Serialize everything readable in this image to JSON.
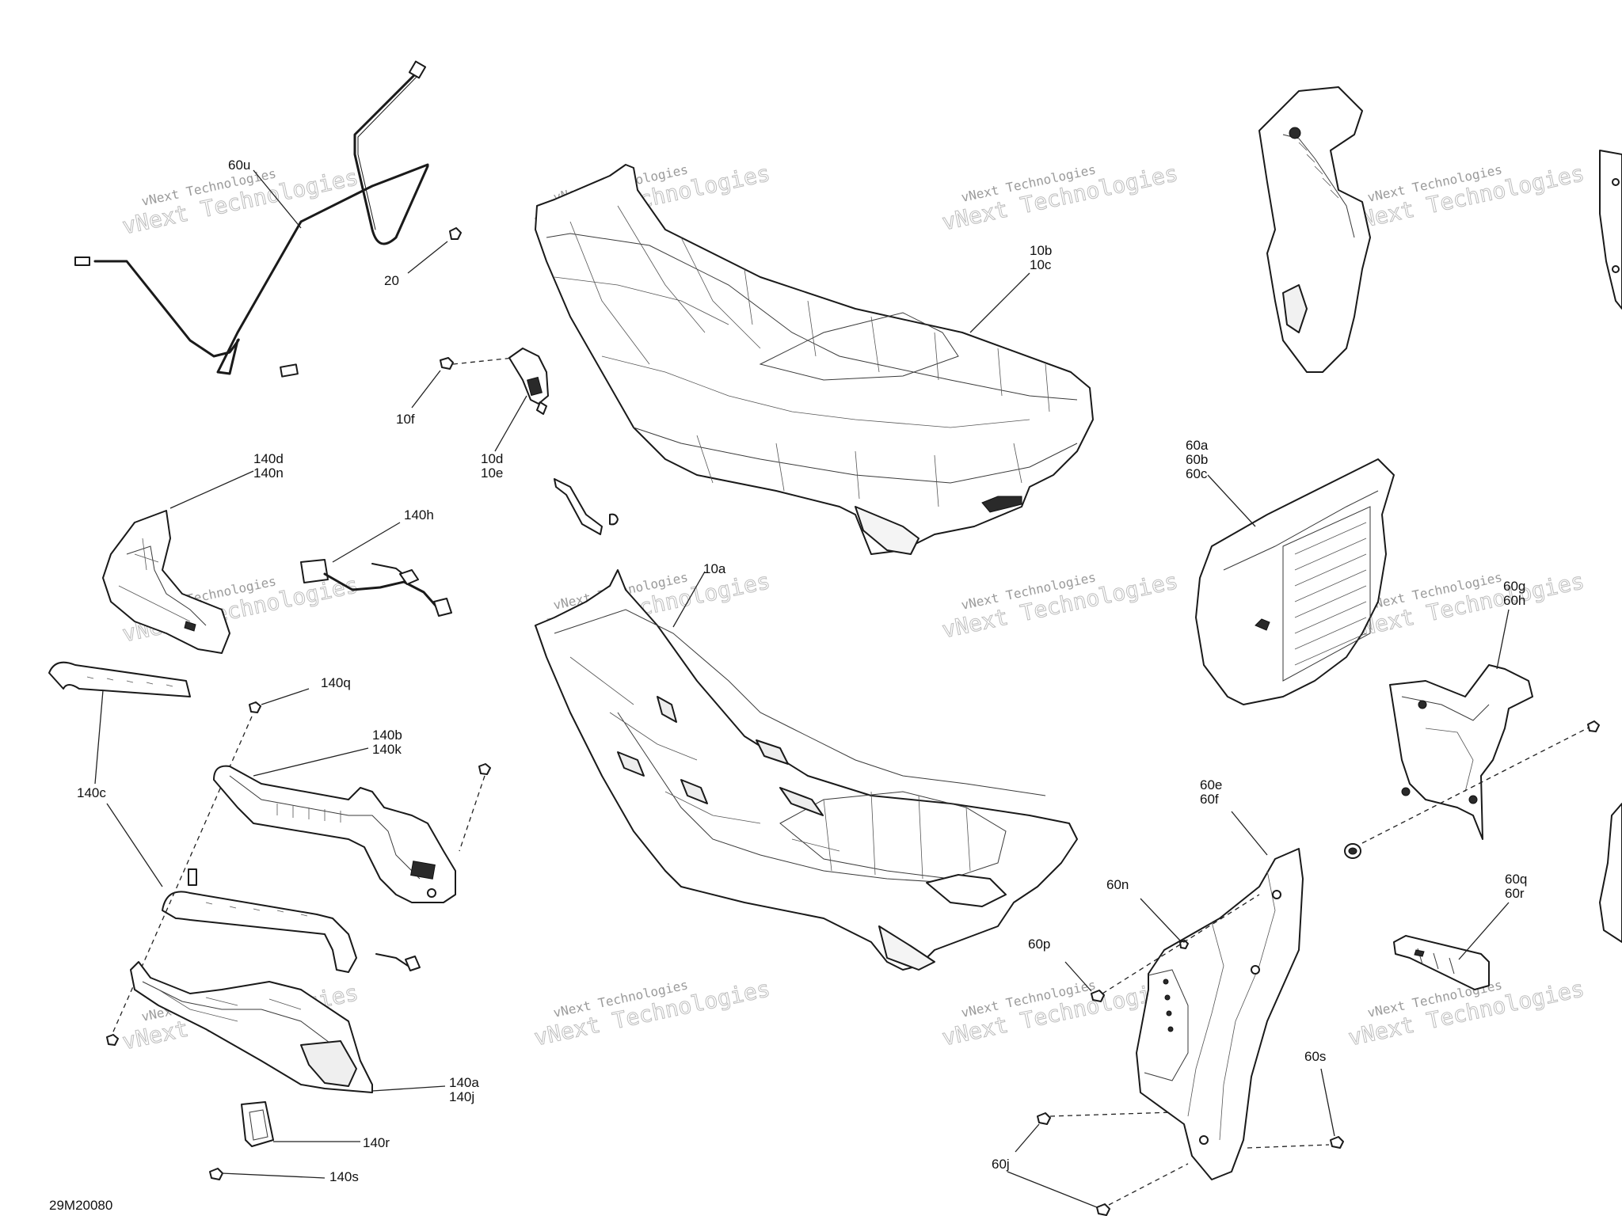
{
  "diagram_ref": "29M20080",
  "watermark": {
    "small": "vNext Technologies",
    "large": "vNext\nTechnologies"
  },
  "callouts": {
    "c60u": "60u",
    "c20": "20",
    "c10f": "10f",
    "c10d": "10d\n10e",
    "c10b": "10b\n10c",
    "c140d": "140d\n140n",
    "c140h": "140h",
    "c10a": "10a",
    "c140q": "140q",
    "c140b": "140b\n140k",
    "c140c": "140c",
    "c140a": "140a\n140j",
    "c140r": "140r",
    "c140s": "140s",
    "c60a": "60a\n60b\n60c",
    "c60g": "60g\n60h",
    "c60e": "60e\n60f",
    "c60n": "60n",
    "c60p": "60p",
    "c60q": "60q\n60r",
    "c60s": "60s",
    "c60j": "60j"
  }
}
